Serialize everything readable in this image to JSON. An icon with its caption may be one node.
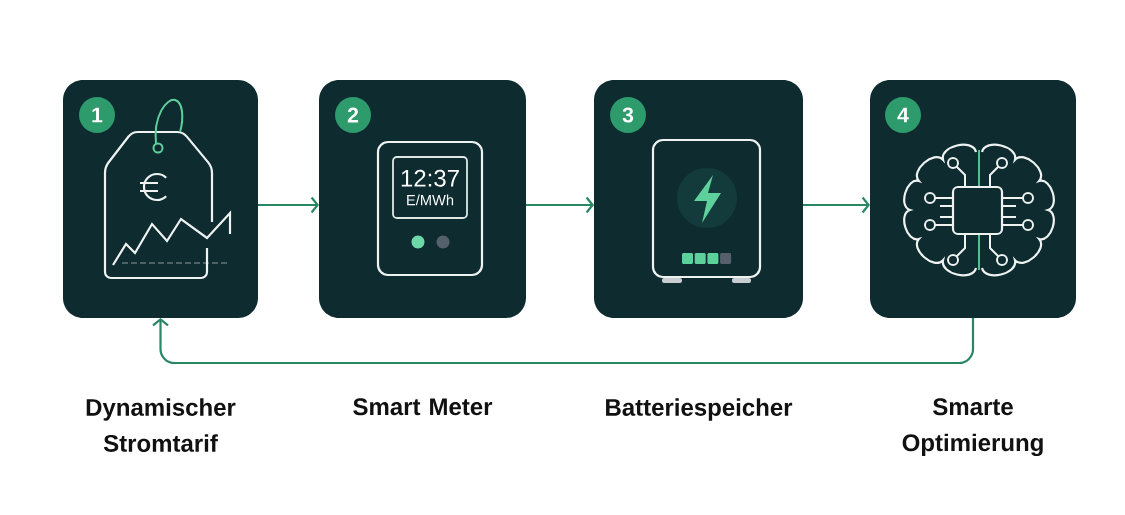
{
  "diagram": {
    "nodes": [
      {
        "text": [
          "Dynamischer Stromtarif"
        ]
      },
      {
        "text": [
          "1"
        ],
        "in": 0
      },
      {
        "text": [
          "Smart Meter"
        ]
      },
      {
        "text": [
          "2"
        ],
        "in": 2
      },
      {
        "text": [
          "12:37",
          "E/MWh"
        ],
        "in": 2
      },
      {
        "text": [
          "Batteriespeicher"
        ]
      },
      {
        "text": [
          "3"
        ],
        "in": 5
      },
      {
        "text": [
          "Smarte Optimierung"
        ]
      },
      {
        "text": [
          "4"
        ],
        "in": 7
      }
    ],
    "edges": [
      {
        "from": 0,
        "to": 2,
        "arrow": "to"
      },
      {
        "from": 2,
        "to": 5,
        "arrow": "to"
      },
      {
        "from": 5,
        "to": 7,
        "arrow": "to"
      },
      {
        "from": 7,
        "to": 0,
        "arrow": "to"
      }
    ]
  }
}
